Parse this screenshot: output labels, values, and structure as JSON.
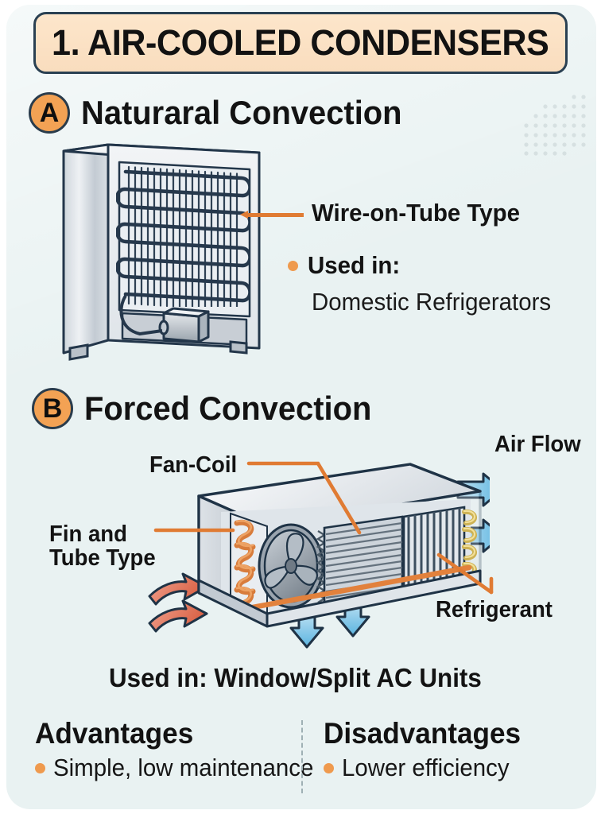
{
  "page": {
    "background_color": "#ffffff",
    "card_color": "#e9f2f2"
  },
  "title_banner": {
    "text": "1. AIR-COOLED CONDENSERS",
    "background_color": "#fde6cb",
    "border_color": "#2a4052",
    "text_color": "#121212"
  },
  "accent_colors": {
    "orange": "#f3a254",
    "leader_line": "#e07b33",
    "bullet": "#ef9a4e",
    "outline_navy": "#2a3c4c",
    "air_arrow_blue": "#6fc0e8",
    "hot_arrow_red": "#e0705a",
    "copper": "#e08a4d"
  },
  "section_a": {
    "badge": "A",
    "title": "Naturaral Convection",
    "callouts": {
      "coil_label": "Wire-on-Tube Type",
      "used_in_label": "Used in:",
      "used_in_value": "Domestic Refrigerators"
    },
    "illustration": {
      "name": "refrigerator-with-wire-on-tube-condenser",
      "parts": [
        "cabinet",
        "back-panel",
        "serpentine-tube-coil",
        "vertical-wires",
        "compressor",
        "feet"
      ]
    }
  },
  "section_b": {
    "badge": "B",
    "title": "Forced Convection",
    "callouts": {
      "fan_coil": "Fan-Coil",
      "air_flow": "Air Flow",
      "fin_and_tube": "Fin and\nTube Type",
      "fin_and_tube_line1": "Fin and",
      "fin_and_tube_line2": "Tube Type",
      "refrigerant": "Refrigerant"
    },
    "used_in": "Used in: Window/Split AC Units",
    "illustration": {
      "name": "split-ac-outdoor-unit-cutaway",
      "parts": [
        "housing",
        "copper-return-bends",
        "axial-fan",
        "fin-stack",
        "vertical-fins",
        "refrigerant-tube",
        "intake-arrows",
        "exhaust-arrows"
      ]
    }
  },
  "footer": {
    "advantages": {
      "heading": "Advantages",
      "items": [
        "Simple, low maintenance"
      ]
    },
    "disadvantages": {
      "heading": "Disadvantages",
      "items": [
        "Lower efficiency"
      ]
    }
  }
}
